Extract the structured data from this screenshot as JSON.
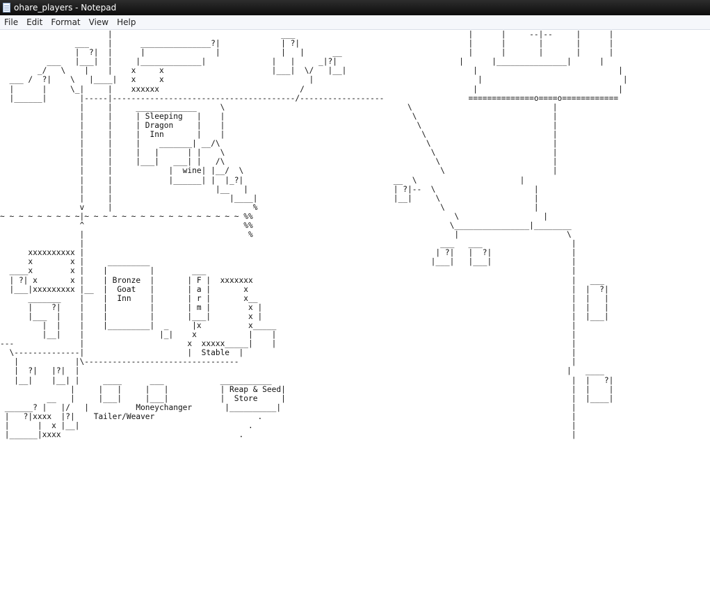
{
  "window": {
    "title": "ohare_players - Notepad",
    "icon": "notepad-icon"
  },
  "menu": [
    "File",
    "Edit",
    "Format",
    "View",
    "Help"
  ],
  "document": {
    "text": "                       |                                    ___                                     |      |     --|--     |      |\n                ___    |      _______________?|             | ?|                                    |      |       |       |      |\n                |  ?|  |      |               |             |   |      __                           |      |       |       |      |\n          ___   |___|  |     |_____________|              |   |     _|?|                          |      |_______________|      |\n        _/   \\    |    |    x     x                       |___|  \\/   |__|                           |                              |\n  ___ /  ?|    \\   |____|   x     x                               |                                   |                              |\n  |      |     \\_|     |    xxxxxx                              /                                    |                              |\n  |______|       |-----|---------------------------------------/------------------                  ==============o====o============\n                 |     |     _____________     \\                                       \\                              |\n                 |     |     | Sleeping   |    |                                        \\                             |\n                 |     |     | Dragon     |    |                                         \\                            |\n                 |     |     |  Inn       |    |                                          \\                           |\n                 |     |     |    _______| __/\\                                            \\                          |\n                 |     |     |   |      | |    \\                                            \\                         |\n                 |     |     |___|   ___| |   /\\                                             \\                        |\n                 |     |            |  wine| |__/  \\                                          \\                       |\n                 |     |            |______| |  |_?|                                __  \\                      |\n                 |     |                      |__   |                               | ?|--  \\                     |\n                 |     |                         |____|                             |__|     \\                    |\n                 v     |                              %                                       \\                   |\n~ ~ ~ ~ ~ ~ ~ ~ ~|~ ~ ~ ~ ~ ~ ~ ~ ~ ~ ~ ~ ~ ~ ~ ~ ~ %%                                           \\                  |\n                 ^                                  %%                                          \\________________|________\n                 |                                   %                                           |                       \\\n                 |                                                                            ___   ___                   |\n      xxxxxxxxxx |                                                                           | ?|   |  ?|                 |\n      x        x |     _________                                                            |___|   |___|                 |\n  ____x        x |    |         |        ___                                                                              |\n  | ?| x       x |    | Bronze  |       | F |  xxxxxxx                                                                    |   ___\n  |___|xxxxxxxxx |__  |  Goat   |       | a |       x                                                                     |  |  ?|\n      _______    |    |  Inn    |       | r |       x__                                                                   |  |   |\n      |    ?|    |    |         |       | m |        x |                                                                  |  |   |\n      |___  |    |    |         |       |___|        x |                                                                  |  |___|\n         |  |    |    |_________|  _     |x          x_____                                                               |\n         |__|    |                |_|    x           |    |                                                               |\n---              |                      x  xxxxx_____|    |                                                               |\n  \\--------------|                      |  Stable  |                                                                      |\n   |            |\\---------------------------------                                                                       |\n   |  ?|   |?|  |                                                                                                        |   ____\n   |__|    |__| |     ____      ___            ___________                                                                |  |   ?|\n               |     |   |     |   |           | Reap & Seed|                                                             |  |    |\n          __   |     |___|     |___|           |  Store     |                                                             |  |____|\n ______? |   |/   |          Moneychanger       |__________|                                                              |\n |   ?|xxxx  |?|    Tailer/Weaver                      .                                                                  |\n |      |  x |__|                                    .                                                                    |\n |______|xxxx                                      .                                                                      |",
    "mono_font_note": ""
  }
}
